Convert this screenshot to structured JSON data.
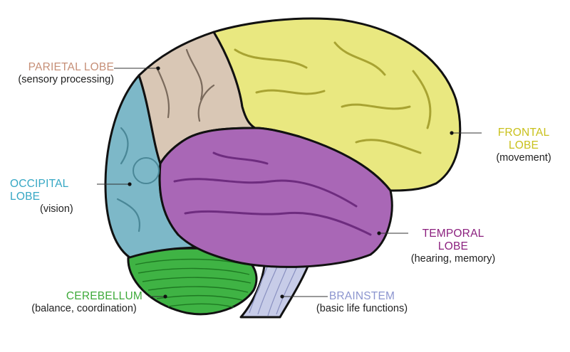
{
  "colors": {
    "parietal": "#D9C7B5",
    "frontal": "#E9E880",
    "occipital": "#7DB8C8",
    "temporal": "#A967B6",
    "cerebellum": "#3FB344",
    "brainstem": "#C7CCE8",
    "outline": "#111111"
  },
  "labels": {
    "parietal": {
      "name": "PARIETAL LOBE",
      "desc": "(sensory processing)",
      "color": "#C68F77"
    },
    "frontal": {
      "name": "FRONTAL LOBE",
      "desc": "(movement)",
      "color": "#C9C11C"
    },
    "occipital": {
      "name": "OCCIPITAL LOBE",
      "desc": "(vision)",
      "color": "#35A7C4"
    },
    "temporal": {
      "name": "TEMPORAL LOBE",
      "desc": "(hearing, memory)",
      "color": "#8B1F7E"
    },
    "cerebellum": {
      "name": "CEREBELLUM",
      "desc": "(balance, coordination)",
      "color": "#3EAA3A"
    },
    "brainstem": {
      "name": "BRAINSTEM",
      "desc": "(basic life functions)",
      "color": "#8C95CF"
    }
  }
}
